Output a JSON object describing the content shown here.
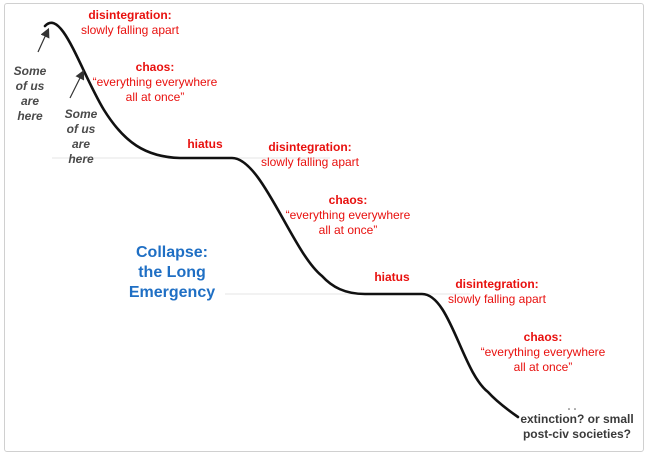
{
  "title_lines": [
    "Collapse:",
    "the Long",
    "Emergency"
  ],
  "stages": [
    {
      "name": "disintegration:",
      "desc": "slowly falling apart"
    },
    {
      "name": "chaos:",
      "desc_line1": "“everything everywhere",
      "desc_line2": "all at once”"
    },
    {
      "name": "hiatus"
    },
    {
      "name": "disintegration:",
      "desc": "slowly falling apart"
    },
    {
      "name": "chaos:",
      "desc_line1": "“everything everywhere",
      "desc_line2": "all at once”"
    },
    {
      "name": "hiatus"
    },
    {
      "name": "disintegration:",
      "desc": "slowly falling apart"
    },
    {
      "name": "chaos:",
      "desc_line1": "“everything everywhere",
      "desc_line2": "all at once”"
    }
  ],
  "markers": [
    {
      "lines": [
        "Some",
        "of us",
        "are",
        "here"
      ]
    },
    {
      "lines": [
        "Some",
        "of us",
        "are",
        "here"
      ]
    }
  ],
  "ending": {
    "line1": "extinction? or small",
    "line2": "post-civ societies?"
  },
  "colors": {
    "stage_text": "#e8100e",
    "title": "#1f6fc4",
    "curve": "#111111",
    "marker_text": "#4a4a4a"
  }
}
